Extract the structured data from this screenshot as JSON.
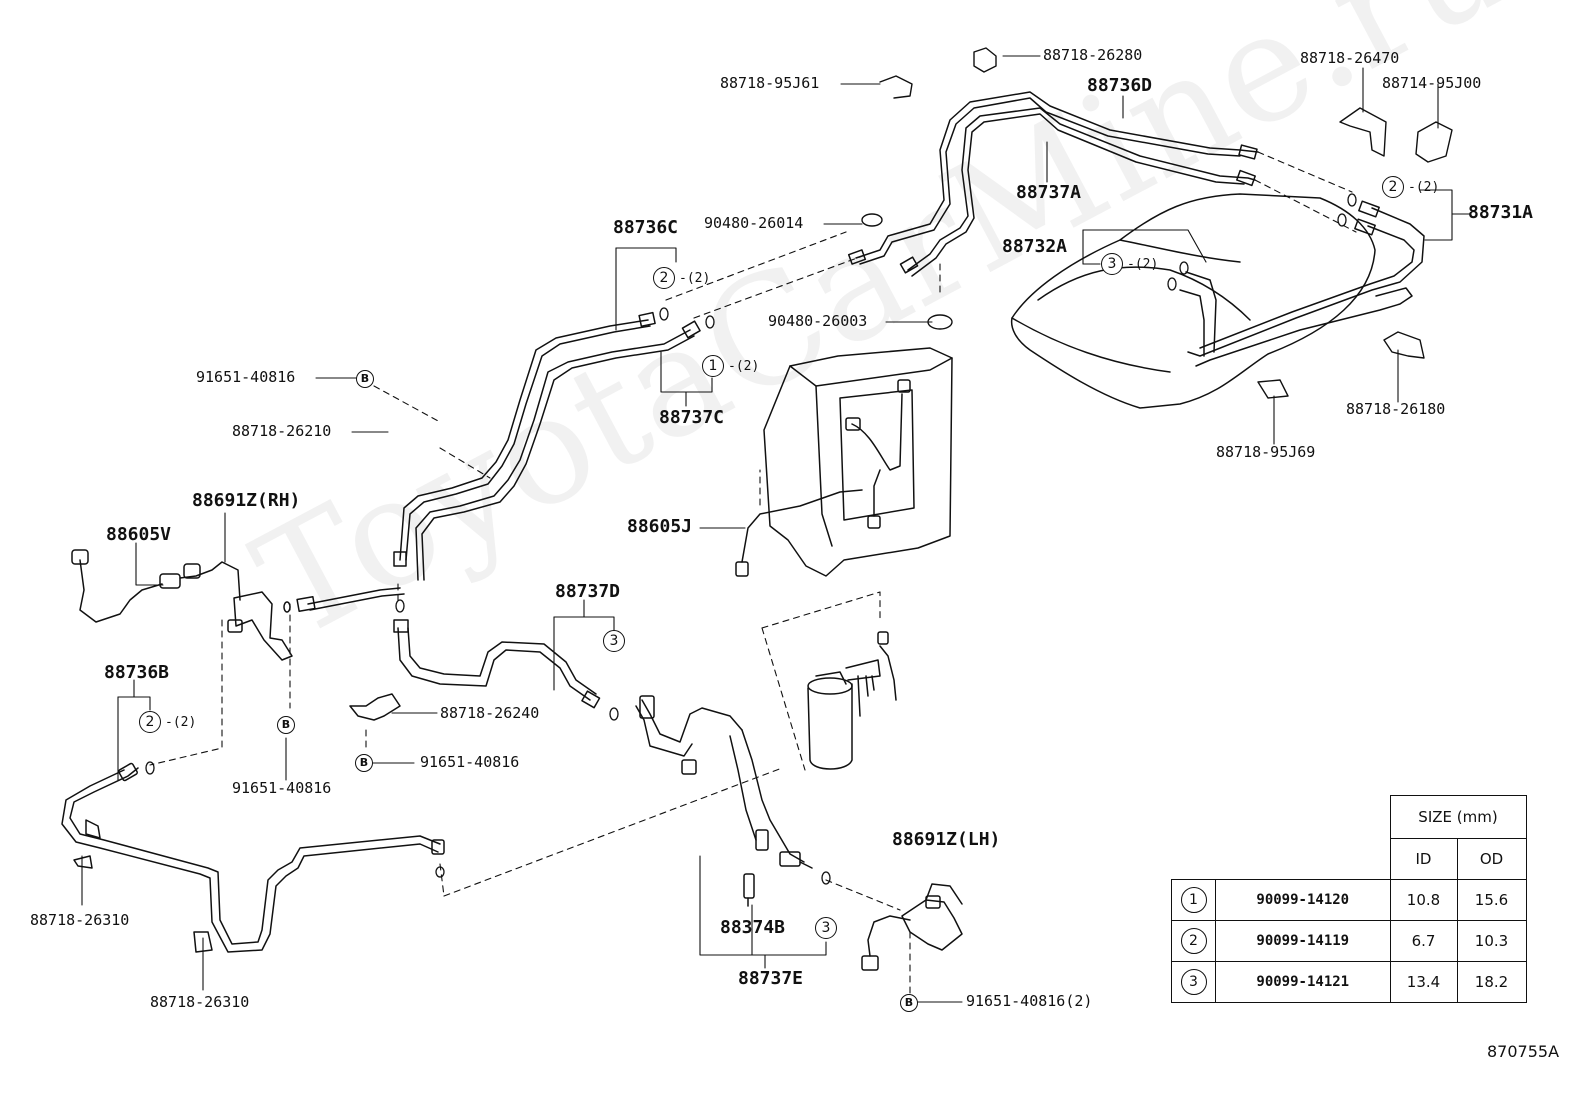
{
  "watermark": "ToyotaCarMine.ru",
  "diagram_code": "870755A",
  "labels": {
    "l_88718_26280": "88718-26280",
    "l_88718_95J61": "88718-95J61",
    "l_88736D": "88736D",
    "l_88718_26470": "88718-26470",
    "l_88714_95J00": "88714-95J00",
    "l_88737A": "88737A",
    "l_88731A": "88731A",
    "l_88736C": "88736C",
    "l_90480_26014": "90480-26014",
    "l_88732A": "88732A",
    "l_90480_26003": "90480-26003",
    "l_91651_40816_a": "91651-40816",
    "l_88737C": "88737C",
    "l_88718_26210": "88718-26210",
    "l_88718_26180": "88718-26180",
    "l_88718_95J69": "88718-95J69",
    "l_88691Z_RH": "88691Z(RH)",
    "l_88605V": "88605V",
    "l_88605J": "88605J",
    "l_88737D": "88737D",
    "l_88736B": "88736B",
    "l_88718_26240": "88718-26240",
    "l_91651_40816_b": "91651-40816",
    "l_91651_40816_c": "91651-40816",
    "l_88691Z_LH": "88691Z(LH)",
    "l_88718_26310_a": "88718-26310",
    "l_88718_26310_b": "88718-26310",
    "l_88374B": "88374B",
    "l_88737E": "88737E",
    "l_91651_40816_d": "91651-40816(2)"
  },
  "callouts": {
    "qty2": "-(2)",
    "n1": "1",
    "n2": "2",
    "n3": "3",
    "bolt": "B"
  },
  "size_table": {
    "header_size": "SIZE (mm)",
    "header_id": "ID",
    "header_od": "OD",
    "rows": [
      {
        "ref": "1",
        "part": "90099-14120",
        "id": "10.8",
        "od": "15.6"
      },
      {
        "ref": "2",
        "part": "90099-14119",
        "id": "6.7",
        "od": "10.3"
      },
      {
        "ref": "3",
        "part": "90099-14121",
        "id": "13.4",
        "od": "18.2"
      }
    ]
  }
}
